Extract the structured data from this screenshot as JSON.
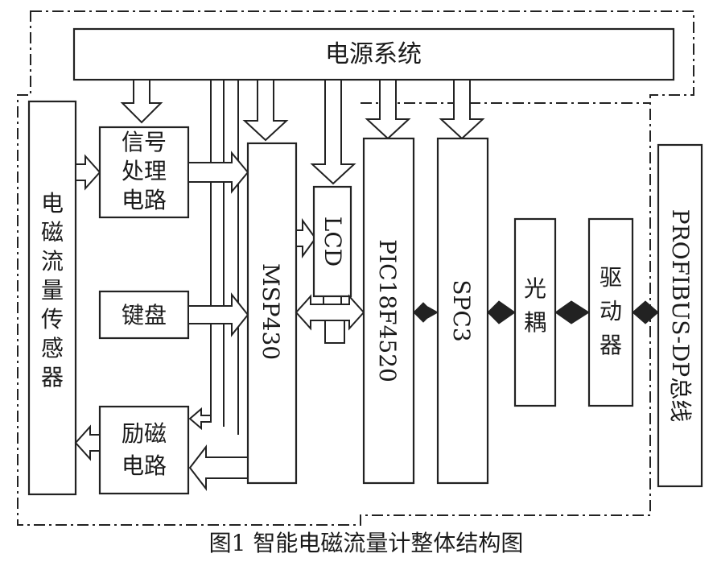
{
  "blocks": {
    "power": "电源系统",
    "sensor": [
      "电",
      "磁",
      "流",
      "量",
      "传",
      "感",
      "器"
    ],
    "signal": [
      "信号",
      "处理",
      "电路"
    ],
    "keyboard": "键盘",
    "excite": [
      "励磁",
      "电路"
    ],
    "msp": "MSP430",
    "lcd": "LCD",
    "pic": "PIC18F4520",
    "spc": "SPC3",
    "opto": [
      "光",
      "耦"
    ],
    "driver": [
      "驱",
      "动",
      "器"
    ],
    "bus": "PROFIBUS-DP总线"
  },
  "caption": "图1  智能电磁流量计整体结构图"
}
